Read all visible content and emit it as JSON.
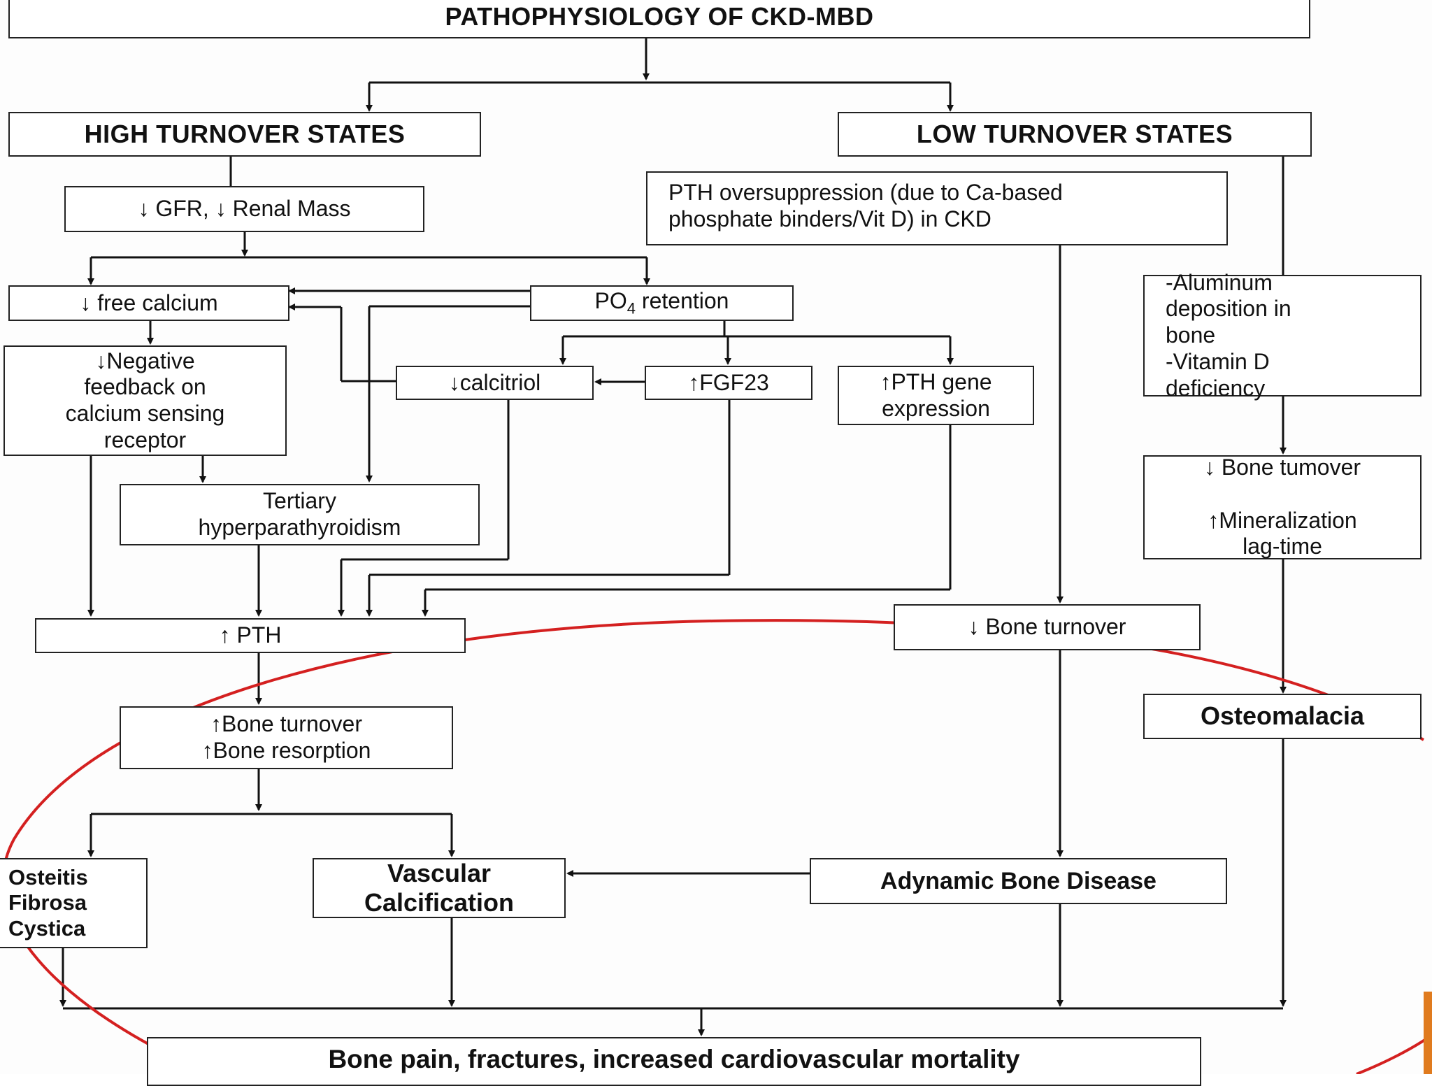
{
  "title": "PATHOPHYSIOLOGY OF CKD-MBD",
  "nodes": {
    "high_turnover": "HIGH TURNOVER STATES",
    "low_turnover": "LOW TURNOVER STATES",
    "gfr": "↓ GFR, ↓ Renal Mass",
    "pth_oversuppression": "PTH oversuppression (due to Ca-based\nphosphate binders/Vit D) in CKD",
    "free_calcium": "↓ free calcium",
    "po4_main": "PO",
    "po4_sub": "4",
    "po4_rest": " retention",
    "aluminum": "-Aluminum\ndeposition     in\nbone\n-Vitamin D\ndeficiency",
    "negative_feedback": "↓Negative\nfeedback on\ncalcium sensing\nreceptor",
    "calcitriol": "↓calcitriol",
    "fgf23": "↑FGF23",
    "pth_gene": "↑PTH gene\nexpression",
    "low_bone_turnover_top": "↓ Bone tumover\n\n↑Mineralization\nlag-time",
    "tertiary": "Tertiary\nhyperparathyroidism",
    "pth": "↑ PTH",
    "bone_turnover_low": "↓ Bone turnover",
    "osteomalacia": "Osteomalacia",
    "bone_turnover_high": "↑Bone turnover\n↑Bone resorption",
    "osteitis": "Osteitis\nFibrosa\nCystica",
    "vascular": "Vascular\nCalcification",
    "adynamic": "Adynamic Bone Disease",
    "outcome": "Bone pain, fractures, increased cardiovascular mortality"
  },
  "colors": {
    "box_border": "#222222",
    "arrow": "#111111",
    "highlight_ellipse": "#d42020",
    "accent_bar": "#e07b1e"
  }
}
